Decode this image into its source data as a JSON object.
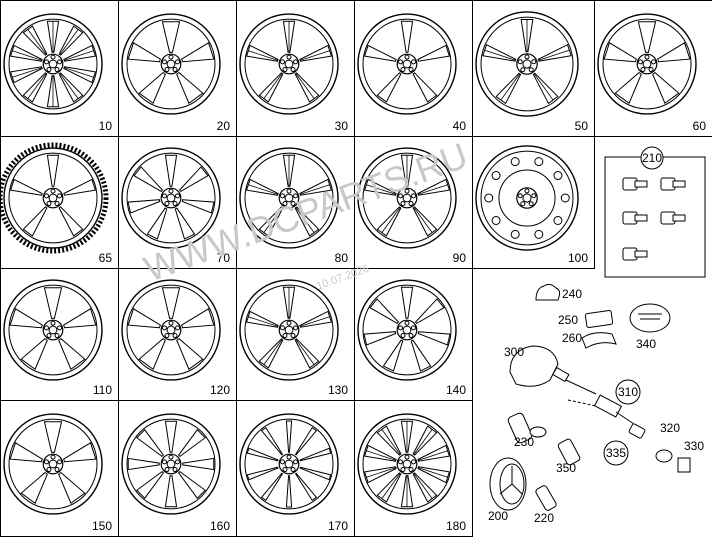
{
  "watermark": {
    "site": "WWW.DCPARTS.RU",
    "date": "10.07.2026"
  },
  "wheels": [
    {
      "label": "10",
      "spokes": 10,
      "style": "double"
    },
    {
      "label": "20",
      "spokes": 5,
      "style": "fan"
    },
    {
      "label": "30",
      "spokes": 5,
      "style": "twin"
    },
    {
      "label": "40",
      "spokes": 5,
      "style": "slim"
    },
    {
      "label": "50",
      "spokes": 5,
      "style": "split"
    },
    {
      "label": "60",
      "spokes": 5,
      "style": "wide"
    },
    {
      "label": "65",
      "spokes": 5,
      "style": "tire"
    },
    {
      "label": "70",
      "spokes": 7,
      "style": "slot"
    },
    {
      "label": "80",
      "spokes": 5,
      "style": "twin"
    },
    {
      "label": "90",
      "spokes": 5,
      "style": "split"
    },
    {
      "label": "100",
      "spokes": 0,
      "style": "steel"
    },
    {
      "label": "110",
      "spokes": 5,
      "style": "fan"
    },
    {
      "label": "120",
      "spokes": 5,
      "style": "wide"
    },
    {
      "label": "130",
      "spokes": 5,
      "style": "twin"
    },
    {
      "label": "140",
      "spokes": 7,
      "style": "slot"
    },
    {
      "label": "150",
      "spokes": 5,
      "style": "fan"
    },
    {
      "label": "160",
      "spokes": 8,
      "style": "slot"
    },
    {
      "label": "170",
      "spokes": 10,
      "style": "thin"
    },
    {
      "label": "180",
      "spokes": 10,
      "style": "double"
    }
  ],
  "bolt_set": {
    "label": "210"
  },
  "parts": [
    {
      "label": "240"
    },
    {
      "label": "250"
    },
    {
      "label": "260"
    },
    {
      "label": "340"
    },
    {
      "label": "300"
    },
    {
      "label": "310"
    },
    {
      "label": "230"
    },
    {
      "label": "320"
    },
    {
      "label": "330"
    },
    {
      "label": "335"
    },
    {
      "label": "350"
    },
    {
      "label": "200"
    },
    {
      "label": "220"
    }
  ]
}
